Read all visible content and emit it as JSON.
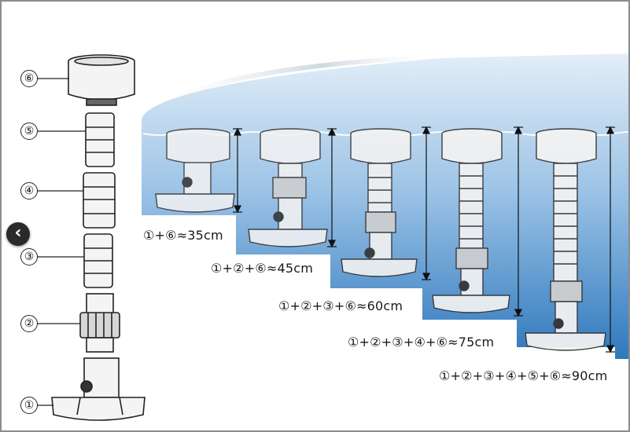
{
  "parts": {
    "n6": "⑥",
    "n5": "⑤",
    "n4": "④",
    "n3": "③",
    "n2": "②",
    "n1": "①"
  },
  "configs": {
    "c1": "①+⑥≈35cm",
    "c2": "①+②+⑥≈45cm",
    "c3": "①+②+③+⑥≈60cm",
    "c4": "①+②+③+④+⑥≈75cm",
    "c5": "①+②+③+④+⑤+⑥≈90cm"
  },
  "nav": {
    "prev_icon": "‹"
  },
  "colors": {
    "water_top": "#dceaf6",
    "water_bottom": "#3f86c7",
    "part_fill": "#f4f4f4",
    "outline": "#222222"
  }
}
